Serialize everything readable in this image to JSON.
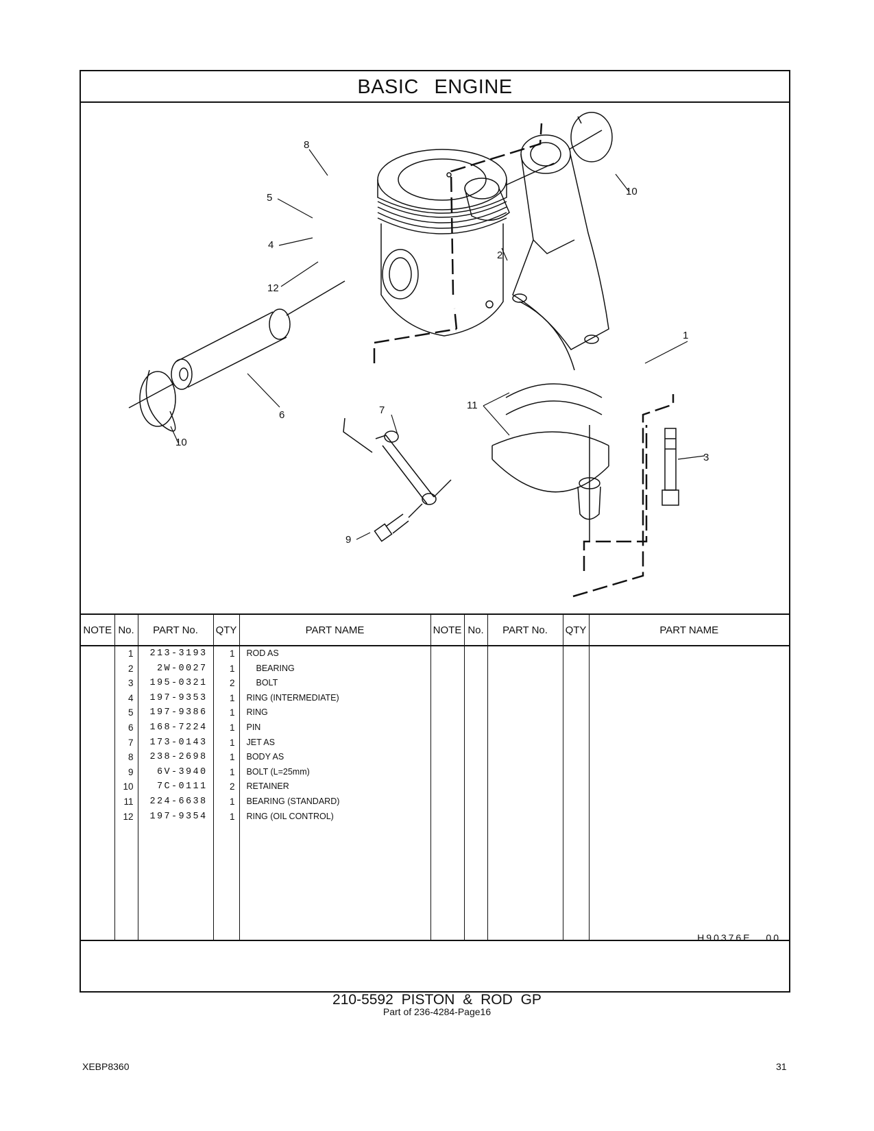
{
  "header": {
    "title": "BASIC   ENGINE"
  },
  "callouts": [
    "1",
    "2",
    "3",
    "4",
    "5",
    "6",
    "7",
    "8",
    "9",
    "10",
    "10",
    "11",
    "12"
  ],
  "table": {
    "headers": {
      "note": "NOTE",
      "no": "No.",
      "part_no": "PART No.",
      "qty": "QTY",
      "part_name": "PART NAME"
    },
    "rows": [
      {
        "no": "1",
        "part_no": "213-3193",
        "qty": "1",
        "part_name": "ROD AS",
        "indent": false
      },
      {
        "no": "2",
        "part_no": "2W-0027",
        "qty": "1",
        "part_name": "BEARING",
        "indent": true
      },
      {
        "no": "3",
        "part_no": "195-0321",
        "qty": "2",
        "part_name": "BOLT",
        "indent": true
      },
      {
        "no": "4",
        "part_no": "197-9353",
        "qty": "1",
        "part_name": "RING (INTERMEDIATE)",
        "indent": false
      },
      {
        "no": "5",
        "part_no": "197-9386",
        "qty": "1",
        "part_name": "RING",
        "indent": false
      },
      {
        "no": "6",
        "part_no": "168-7224",
        "qty": "1",
        "part_name": "PIN",
        "indent": false
      },
      {
        "no": "7",
        "part_no": "173-0143",
        "qty": "1",
        "part_name": "JET AS",
        "indent": false
      },
      {
        "no": "8",
        "part_no": "238-2698",
        "qty": "1",
        "part_name": "BODY AS",
        "indent": false
      },
      {
        "no": "9",
        "part_no": "6V-3940",
        "qty": "1",
        "part_name": "BOLT (L=25mm)",
        "indent": false
      },
      {
        "no": "10",
        "part_no": "7C-0111",
        "qty": "2",
        "part_name": "RETAINER",
        "indent": false
      },
      {
        "no": "11",
        "part_no": "224-6638",
        "qty": "1",
        "part_name": "BEARING (STANDARD)",
        "indent": false
      },
      {
        "no": "12",
        "part_no": "197-9354",
        "qty": "1",
        "part_name": "RING (OIL CONTROL)",
        "indent": false
      }
    ]
  },
  "drawing_number": "H90376E   00",
  "group": {
    "title": "210-5592  PISTON  &  ROD  GP",
    "subtitle": "Part of 236-4284-Page16"
  },
  "footer": {
    "doc_id": "XEBP8360",
    "page": "31"
  }
}
